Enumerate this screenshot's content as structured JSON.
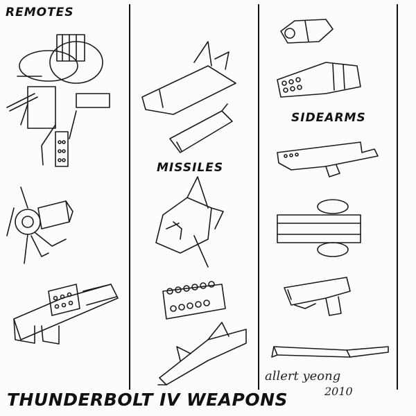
{
  "sections": {
    "remotes": "REMOTES",
    "missiles": "MISSILES",
    "sidearms": "SIDEARMS"
  },
  "title": "THUNDERBOLT IV WEAPONS",
  "signature": {
    "name": "allert yeong",
    "year": "2010"
  },
  "colors": {
    "ink": "#1a1a1a",
    "paper": "#fcfcfc"
  }
}
